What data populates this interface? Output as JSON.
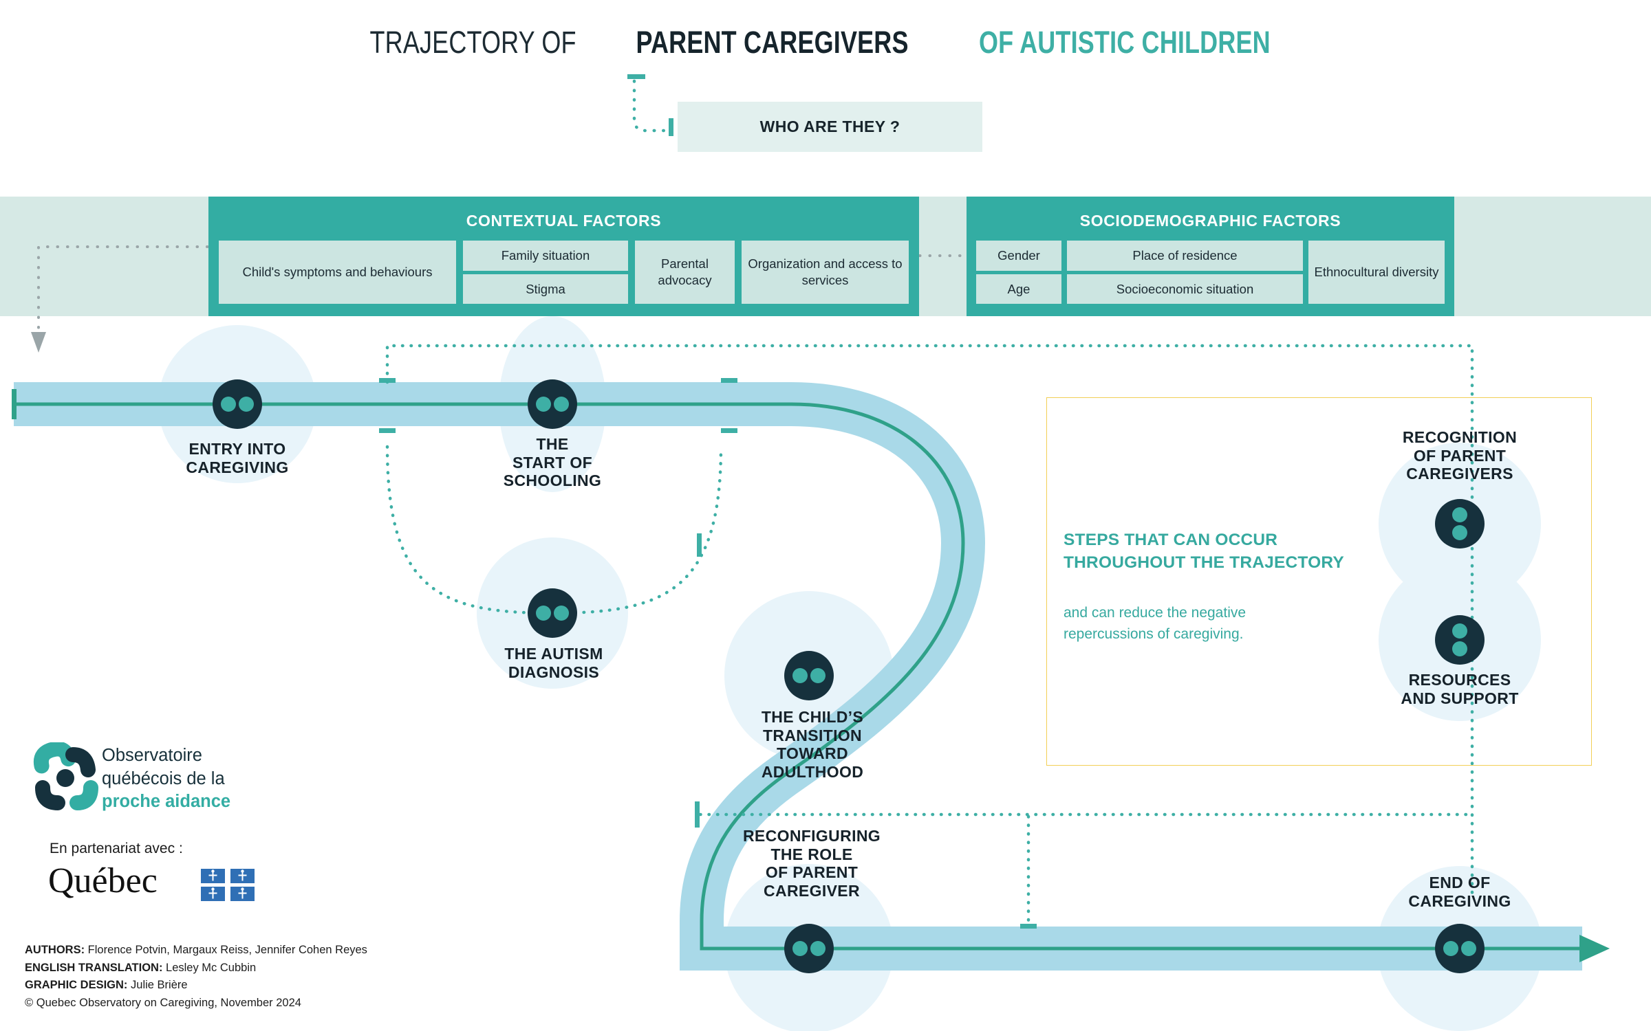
{
  "title": {
    "part1": "TRAJECTORY OF ",
    "part2": "PARENT CAREGIVERS ",
    "part3": "OF AUTISTIC CHILDREN"
  },
  "who_box": {
    "label": "WHO ARE THEY ?"
  },
  "factors": {
    "contextual": {
      "title": "CONTEXTUAL FACTORS",
      "chips": [
        "Child's symptoms\nand behaviours",
        "Family situation",
        "Stigma",
        "Parental\nadvocacy",
        "Organization and\naccess to services"
      ]
    },
    "sociodemographic": {
      "title": "SOCIODEMOGRAPHIC FACTORS",
      "chips": [
        "Gender",
        "Age",
        "Place of residence",
        "Socioeconomic situation",
        "Ethnocultural\ndiversity"
      ]
    }
  },
  "milestones": [
    {
      "id": "entry-into-caregiving",
      "label": "ENTRY INTO\nCAREGIVING"
    },
    {
      "id": "start-of-schooling",
      "label": "THE\nSTART OF\nSCHOOLING"
    },
    {
      "id": "autism-diagnosis",
      "label": "THE AUTISM\nDIAGNOSIS"
    },
    {
      "id": "childs-transition-toward-adulthood",
      "label": "THE CHILD’S\nTRANSITION\nTOWARD\nADULTHOOD"
    },
    {
      "id": "reconfiguring-role-of-parent-caregiver",
      "label": "RECONFIGURING\nTHE ROLE\nOF PARENT\nCAREGIVER"
    },
    {
      "id": "end-of-caregiving",
      "label": "END OF\nCAREGIVING"
    },
    {
      "id": "recognition-of-parent-caregivers",
      "label": "RECOGNITION\nOF PARENT\nCAREGIVERS"
    },
    {
      "id": "resources-and-support",
      "label": "RESOURCES\nAND SUPPORT"
    }
  ],
  "steps_box": {
    "heading": "STEPS THAT CAN OCCUR THROUGHOUT THE TRAJECTORY",
    "subtext": "and can reduce the negative repercussions of caregiving."
  },
  "footer": {
    "logo_line1": "Observatoire",
    "logo_line2": "québécois de la",
    "logo_line3": "proche aidance",
    "partner_label": "En partenariat avec :",
    "quebec_wordmark": "Québec",
    "credits": {
      "authors_label": "AUTHORS:",
      "authors_value": " Florence Potvin, Margaux Reiss, Jennifer Cohen Reyes",
      "translation_label": "ENGLISH TRANSLATION:",
      "translation_value": " Lesley Mc Cubbin",
      "design_label": "GRAPHIC DESIGN:",
      "design_value": " Julie Brière",
      "copyright": "© Quebec Observatory on Caregiving, November 2024"
    }
  },
  "colors": {
    "teal": "#3eafa5",
    "teal_dark": "#33ada3",
    "navy": "#16313d",
    "band_light": "#d6e9e5",
    "chip": "#cce5e1",
    "track_band": "#a9d9e8",
    "halo": "#e8f4fa",
    "yellow": "#f2cf55",
    "line_green": "#2fa189",
    "gray_dot": "#9aa5a8"
  }
}
